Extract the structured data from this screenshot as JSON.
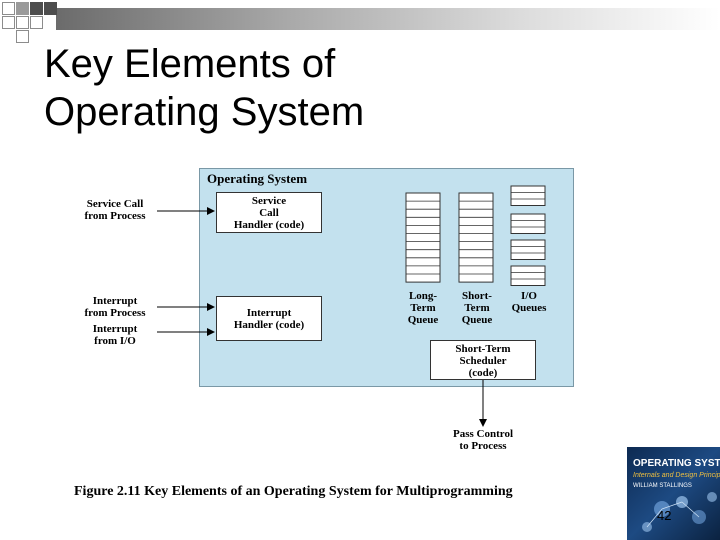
{
  "slide": {
    "title_line1": "Key Elements of",
    "title_line2": "Operating System",
    "page_number": "42"
  },
  "diagram": {
    "os_label": "Operating System",
    "service_call_label": [
      "Service Call",
      "from Process"
    ],
    "service_handler": [
      "Service",
      "Call",
      "Handler (code)"
    ],
    "interrupt_process_label": [
      "Interrupt",
      "from Process"
    ],
    "interrupt_io_label": [
      "Interrupt",
      "from I/O"
    ],
    "interrupt_handler": [
      "Interrupt",
      "Handler (code)"
    ],
    "long_term_queue": [
      "Long-",
      "Term",
      "Queue"
    ],
    "short_term_queue": [
      "Short-",
      "Term",
      "Queue"
    ],
    "io_queues": [
      "I/O",
      "Queues"
    ],
    "scheduler": [
      "Short-Term",
      "Scheduler",
      "(code)"
    ],
    "pass_control": [
      "Pass Control",
      "to Process"
    ],
    "caption": "Figure 2.11  Key Elements of an Operating System for Multiprogramming"
  },
  "book": {
    "line1": "OPERATING SYSTEMS",
    "line2": "Internals and Design Principles",
    "author": "WILLIAM STALLINGS"
  },
  "colors": {
    "os_background": "#c3e1ee",
    "title_bar_gradient_start": "#6b6b6b",
    "book_cover": "#1d4a82"
  }
}
